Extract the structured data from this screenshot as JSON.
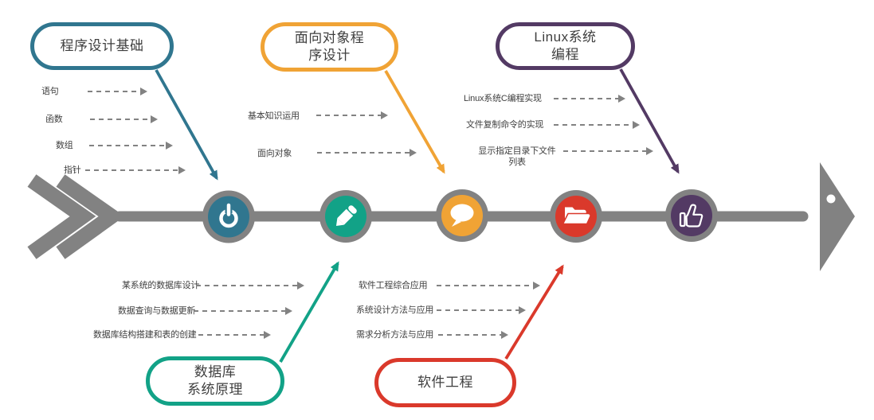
{
  "colors": {
    "flow": "#828282",
    "ink": "#3f3f3f",
    "stage1": "#30768f",
    "stage2": "#12a287",
    "stage3": "#f0a335",
    "stage4": "#da392b",
    "stage5": "#533a64"
  },
  "stages": [
    {
      "label_lines": [
        "程序设计基础"
      ],
      "icon": "power-icon",
      "items": [
        "语句",
        "函数",
        "数组",
        "指针"
      ]
    },
    {
      "label_lines": [
        "数据库",
        "系统原理"
      ],
      "icon": "pencil-icon",
      "items": [
        "某系统的数据库设计",
        "数据查询与数据更新",
        "数据库结构搭建和表的创建"
      ]
    },
    {
      "label_lines": [
        "面向对象程",
        "序设计"
      ],
      "icon": "speech-bubble-icon",
      "items": [
        "基本知识运用",
        "面向对象"
      ]
    },
    {
      "label_lines": [
        "软件工程"
      ],
      "icon": "folder-icon",
      "items": [
        "软件工程综合应用",
        "系统设计方法与应用",
        "需求分析方法与应用"
      ]
    },
    {
      "label_lines": [
        "Linux系统",
        "编程"
      ],
      "icon": "thumbs-up-icon",
      "items": [
        "Linux系统C编程实现",
        "文件复制命令的实现",
        "显示指定目录下文件列表"
      ]
    }
  ]
}
